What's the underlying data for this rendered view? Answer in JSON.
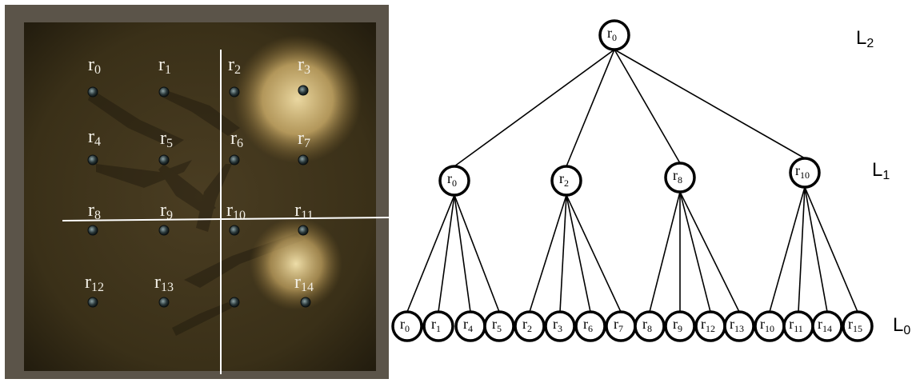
{
  "room": {
    "robot_labels": [
      {
        "base": "r",
        "sub": "0"
      },
      {
        "base": "r",
        "sub": "1"
      },
      {
        "base": "r",
        "sub": "2"
      },
      {
        "base": "r",
        "sub": "3"
      },
      {
        "base": "r",
        "sub": "4"
      },
      {
        "base": "r",
        "sub": "5"
      },
      {
        "base": "r",
        "sub": "6"
      },
      {
        "base": "r",
        "sub": "7"
      },
      {
        "base": "r",
        "sub": "8"
      },
      {
        "base": "r",
        "sub": "9"
      },
      {
        "base": "r",
        "sub": "10"
      },
      {
        "base": "r",
        "sub": "11"
      },
      {
        "base": "r",
        "sub": "12"
      },
      {
        "base": "r",
        "sub": "13"
      },
      {
        "base": "r",
        "sub": "14"
      }
    ]
  },
  "tree": {
    "levels": [
      {
        "base": "L",
        "sub": "2"
      },
      {
        "base": "L",
        "sub": "1"
      },
      {
        "base": "L",
        "sub": "0"
      }
    ],
    "root": {
      "base": "r",
      "sub": "0"
    },
    "level1": [
      {
        "base": "r",
        "sub": "0"
      },
      {
        "base": "r",
        "sub": "2"
      },
      {
        "base": "r",
        "sub": "8"
      },
      {
        "base": "r",
        "sub": "10"
      }
    ],
    "level0": [
      {
        "base": "r",
        "sub": "0"
      },
      {
        "base": "r",
        "sub": "1"
      },
      {
        "base": "r",
        "sub": "4"
      },
      {
        "base": "r",
        "sub": "5"
      },
      {
        "base": "r",
        "sub": "2"
      },
      {
        "base": "r",
        "sub": "3"
      },
      {
        "base": "r",
        "sub": "6"
      },
      {
        "base": "r",
        "sub": "7"
      },
      {
        "base": "r",
        "sub": "8"
      },
      {
        "base": "r",
        "sub": "9"
      },
      {
        "base": "r",
        "sub": "12"
      },
      {
        "base": "r",
        "sub": "13"
      },
      {
        "base": "r",
        "sub": "10"
      },
      {
        "base": "r",
        "sub": "11"
      },
      {
        "base": "r",
        "sub": "14"
      },
      {
        "base": "r",
        "sub": "15"
      }
    ]
  }
}
